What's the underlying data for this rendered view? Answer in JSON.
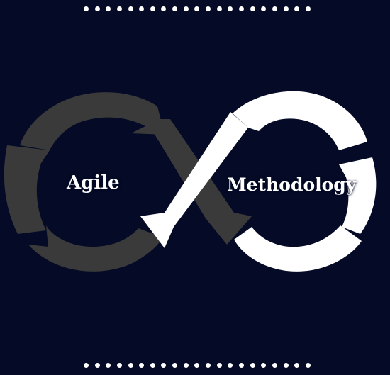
{
  "colors": {
    "background": "#050b26",
    "left_loop": "#3a3a3a",
    "right_loop": "#ffffff",
    "dots": "#ffffff"
  },
  "decorations": {
    "top_dot_count": 21,
    "bottom_dot_count": 21
  },
  "diagram": {
    "left_label": "Agile",
    "right_label": "Methodology"
  }
}
